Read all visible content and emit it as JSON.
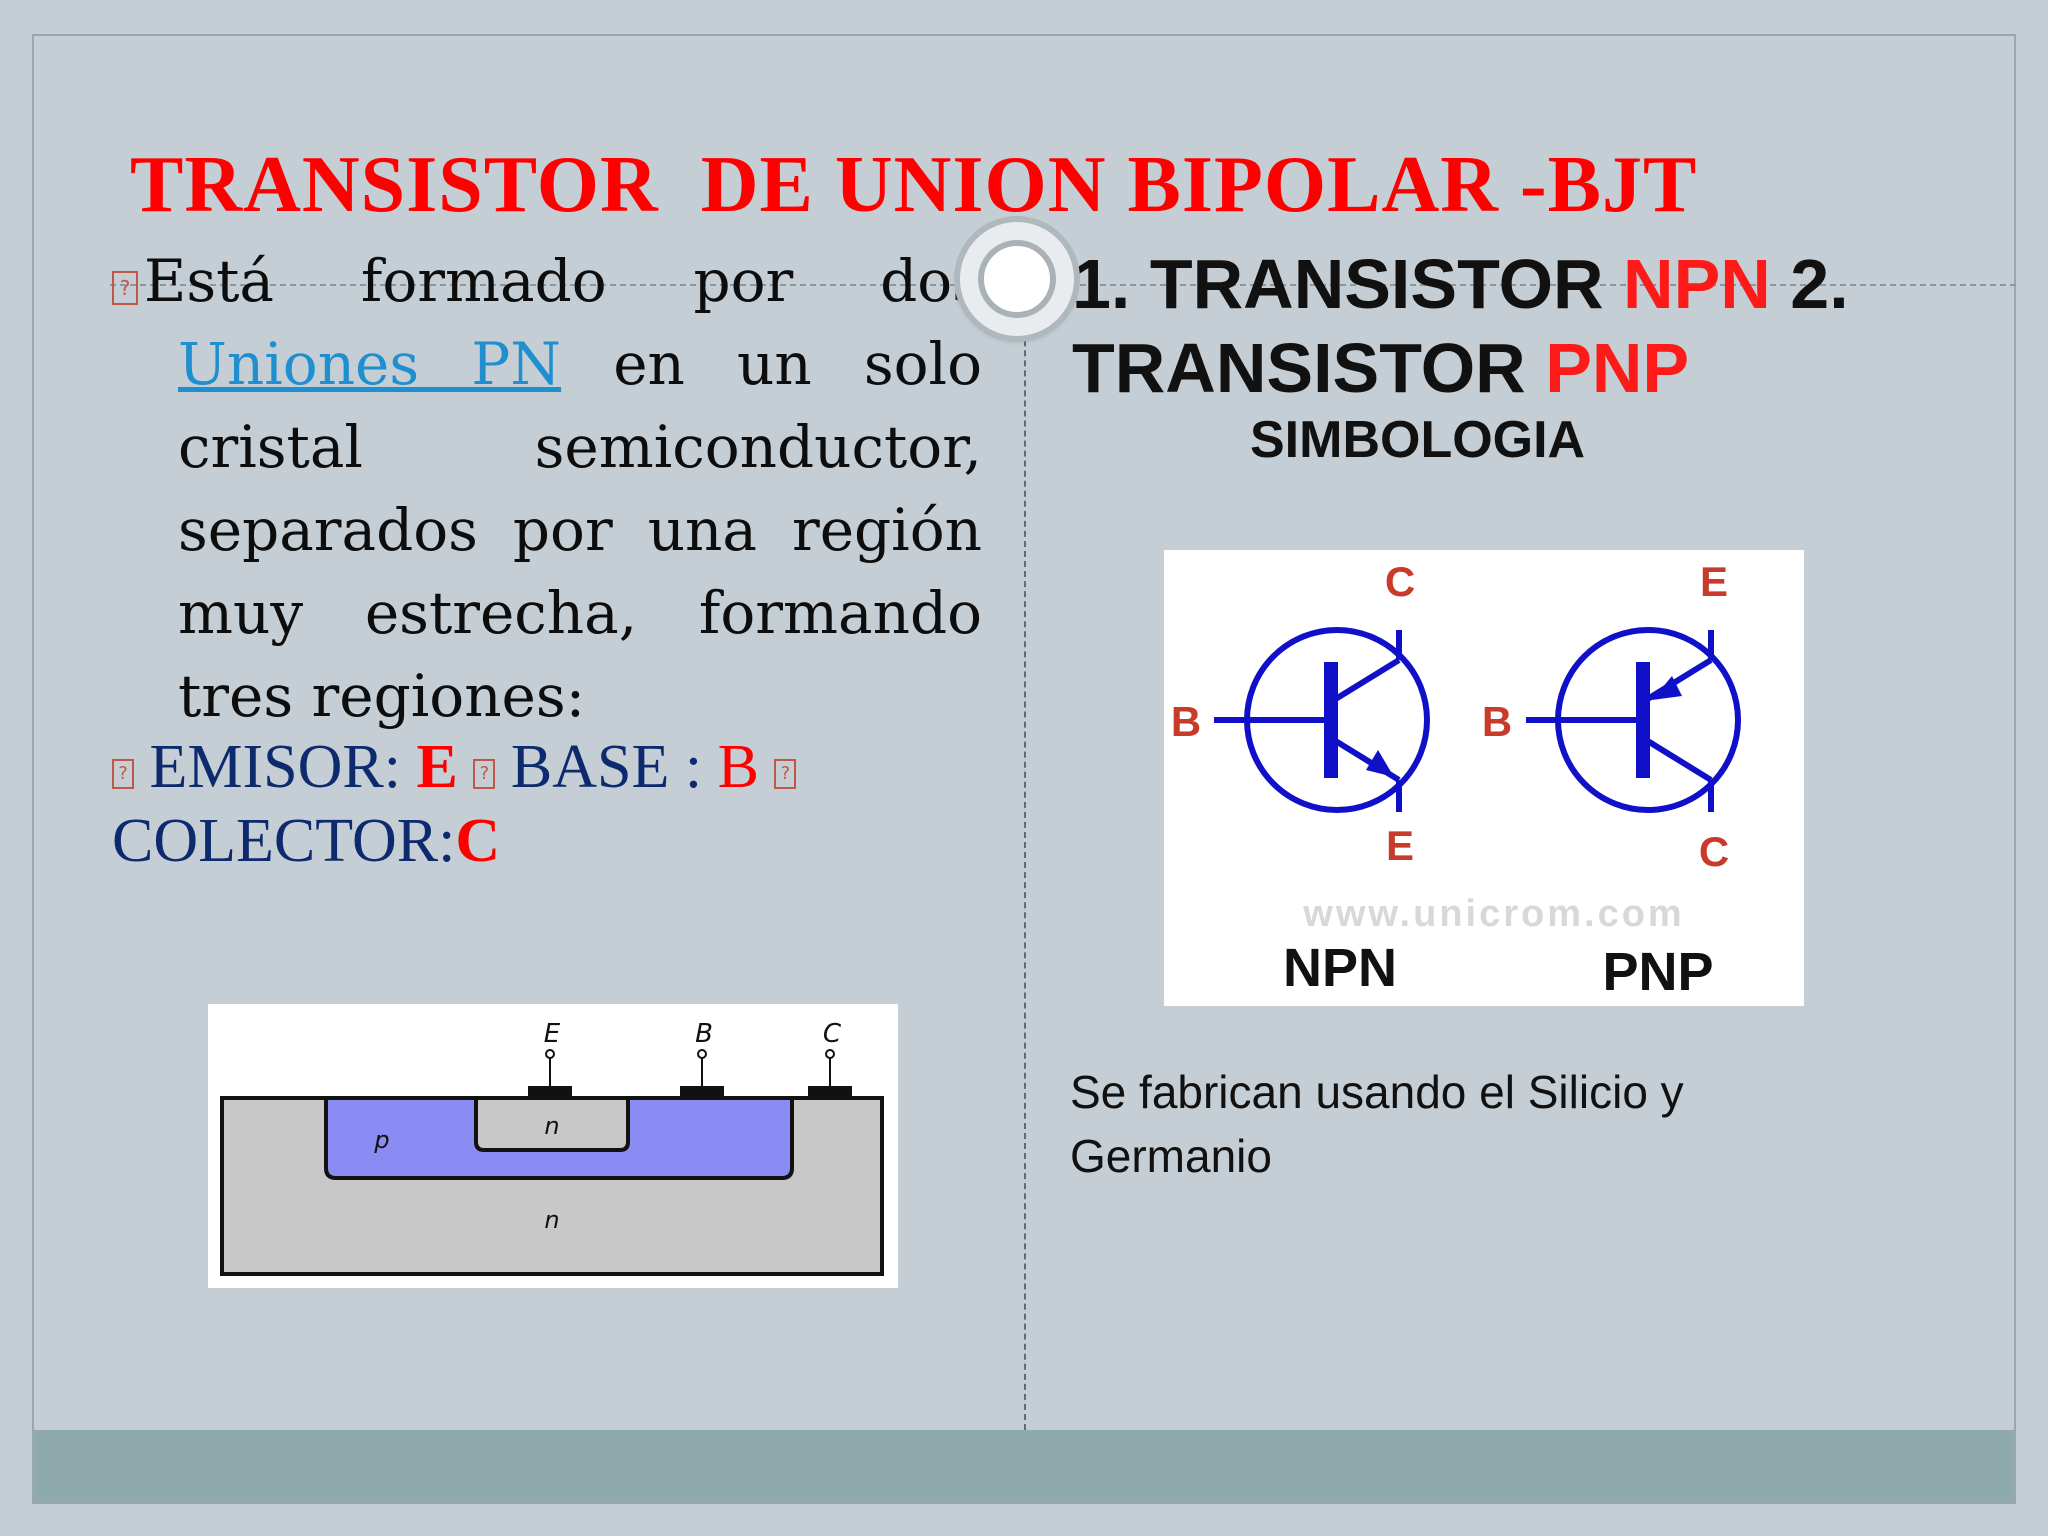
{
  "title": "TRANSISTOR  DE UNION BIPOLAR -BJT",
  "left": {
    "bullet_glyph": "?",
    "para_pre": "Está formado por dos ",
    "link_text": "Uniones PN",
    "para_post": " en un solo cristal semiconductor, separados por una región muy estrecha, formando tres regiones:",
    "regions": {
      "emisor_label": "EMISOR: ",
      "emisor_value": "E",
      "base_label": " BASE : ",
      "base_value": "B",
      "colector_label": "COLECTOR:",
      "colector_value": "C"
    }
  },
  "right": {
    "item1_prefix": "1. TRANSISTOR  ",
    "item1_type": "NPN",
    "item2_prefix": " 2. TRANSISTOR  ",
    "item2_type": "PNP",
    "simbologia": "SIMBOLOGIA",
    "fabrication": "Se fabrican usando el Silicio y Germanio"
  },
  "symbols_figure": {
    "npn": {
      "c": "C",
      "b": "B",
      "e": "E",
      "caption": "NPN"
    },
    "pnp": {
      "e": "E",
      "b": "B",
      "c": "C",
      "caption": "PNP"
    },
    "watermark": "www.unicrom.com"
  },
  "cross_section": {
    "terminals": [
      "E",
      "B",
      "C"
    ],
    "emitter_region": "n",
    "base_region": "p",
    "collector_region": "n"
  },
  "colors": {
    "background": "#c4ced4",
    "title_red": "#ff0000",
    "link_blue": "#1f8fd0",
    "region_navy": "#0e2a6e",
    "symbol_blue": "#1010c8",
    "label_red": "#c83a2a",
    "base_region_fill": "#8a8cf4",
    "substrate_fill": "#c8c8c8",
    "footer_band": "#8eaaac"
  }
}
